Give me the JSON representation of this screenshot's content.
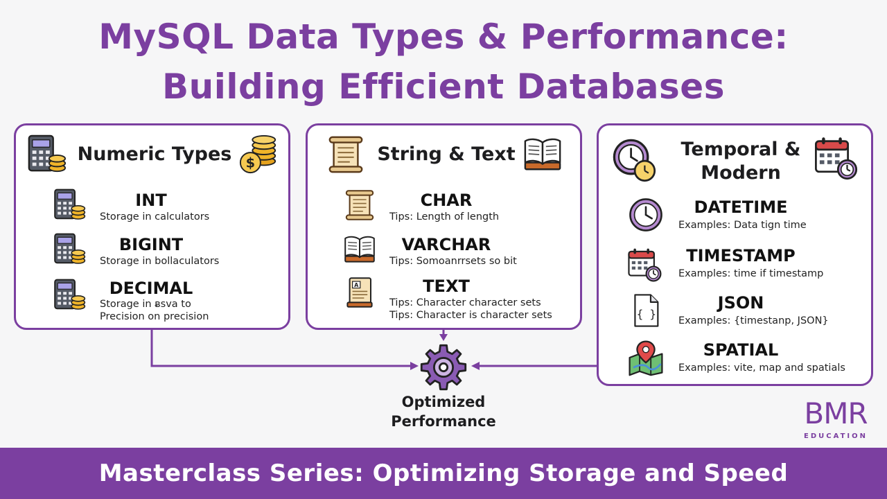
{
  "title": {
    "line1": "MySQL Data Types & Performance:",
    "line2": "Building Efficient Databases"
  },
  "panels": [
    {
      "title": "Numeric Types",
      "items": [
        {
          "name": "INT",
          "desc1": "Storage in calculators"
        },
        {
          "name": "BIGINT",
          "desc1": "Storage in bollaculators"
        },
        {
          "name": "DECIMAL",
          "desc1": "Storage in ᴃsva to",
          "desc2": "Precision on precision"
        }
      ]
    },
    {
      "title": "String & Text",
      "items": [
        {
          "name": "CHAR",
          "desc1": "Tips: Length of length"
        },
        {
          "name": "VARCHAR",
          "desc1": "Tips: Somoanrrsets so bit"
        },
        {
          "name": "TEXT",
          "desc1": "Tips: Character character sets",
          "desc2": "Tips: Character is character sets"
        }
      ]
    },
    {
      "title_line1": "Temporal &",
      "title_line2": "Modern",
      "items": [
        {
          "name": "DATETIME",
          "desc1": "Examples: Data tign time"
        },
        {
          "name": "TIMESTAMP",
          "desc1": "Examples: time if timestamp"
        },
        {
          "name": "JSON",
          "desc1": "Examples: {timestanp, JSON}"
        },
        {
          "name": "SPATIAL",
          "desc1": "Examples: vite, map and spatials"
        }
      ]
    }
  ],
  "center": {
    "line1": "Optimized",
    "line2": "Performance"
  },
  "logo": {
    "main": "BMR",
    "sub": "EDUCATION"
  },
  "footer": "Masterclass Series: Optimizing Storage and Speed",
  "colors": {
    "accent": "#7b3fa0",
    "gold": "#f0b429",
    "slate": "#555b66"
  }
}
